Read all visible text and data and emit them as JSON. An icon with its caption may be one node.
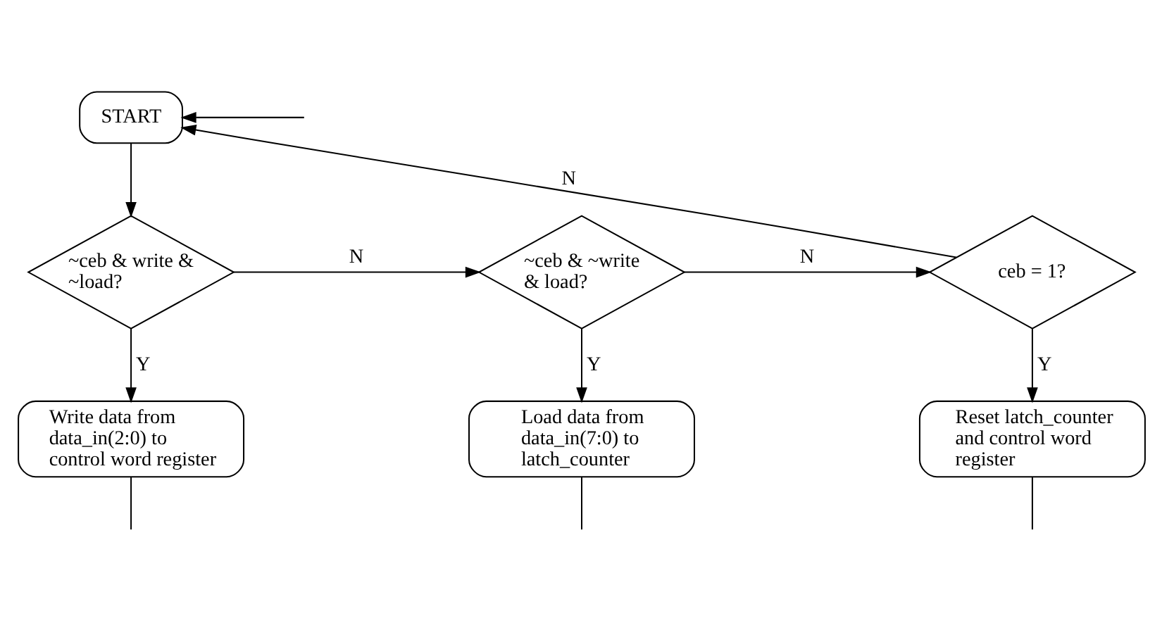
{
  "diagram": {
    "nodes": [
      {
        "text": [
          "START"
        ]
      },
      {
        "text": [
          "~ceb & write & ~load?"
        ]
      },
      {
        "text": [
          "~ceb & ~write & load?"
        ]
      },
      {
        "text": [
          "ceb = 1?"
        ]
      },
      {
        "text": [
          "Write data from data_in(2:0) to control word register"
        ]
      },
      {
        "text": [
          "Load data from data_in(7:0) to latch_counter"
        ]
      },
      {
        "text": [
          "Reset latch_counter and control word register"
        ]
      }
    ],
    "edges": [
      {
        "from": 0,
        "to": 1,
        "arrow": "to"
      },
      {
        "from": 1,
        "to": 2,
        "arrow": "to",
        "label": "N"
      },
      {
        "from": 2,
        "to": 3,
        "arrow": "to",
        "label": "N"
      },
      {
        "from": 3,
        "to": 0,
        "arrow": "to",
        "label": "N"
      },
      {
        "from": 1,
        "to": 4,
        "arrow": "to",
        "label": "Y"
      },
      {
        "from": 2,
        "to": 5,
        "arrow": "to",
        "label": "Y"
      },
      {
        "from": 3,
        "to": 6,
        "arrow": "to",
        "label": "Y"
      },
      {
        "from": 4,
        "to": null,
        "arrow": "none"
      },
      {
        "from": 5,
        "to": null,
        "arrow": "none"
      },
      {
        "from": 6,
        "to": null,
        "arrow": "none"
      },
      {
        "from": null,
        "to": 0,
        "arrow": "to"
      }
    ]
  }
}
